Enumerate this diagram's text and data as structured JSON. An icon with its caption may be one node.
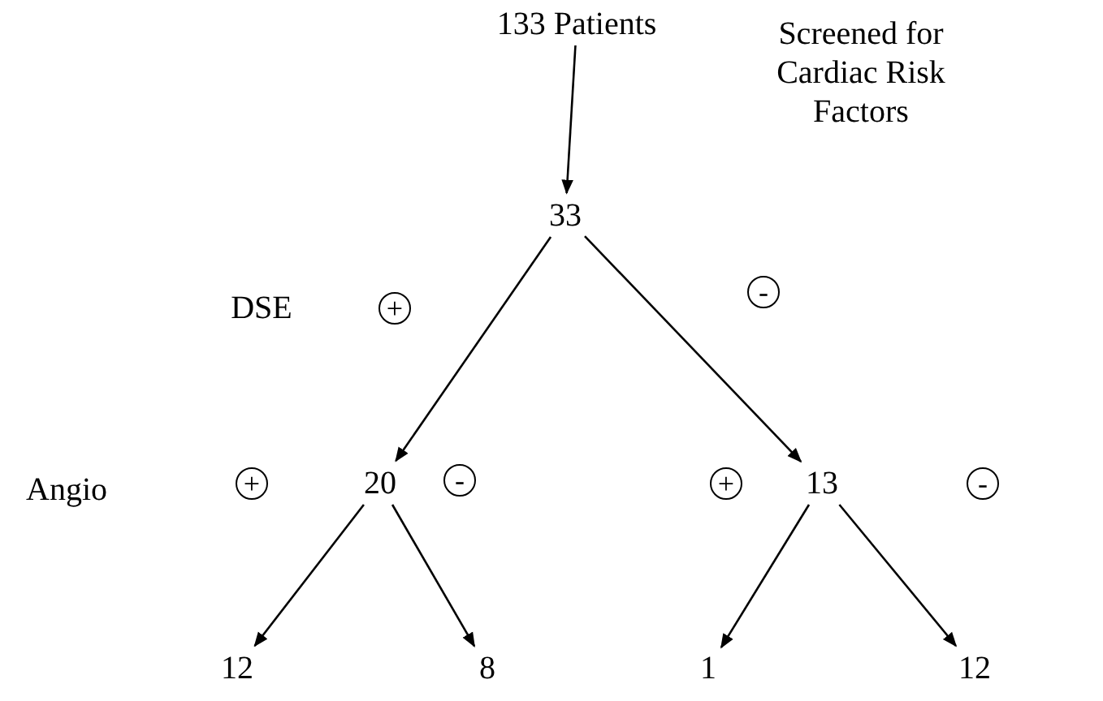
{
  "diagram": {
    "nodes": [
      {
        "text": [
          "133 Patients"
        ]
      },
      {
        "text": [
          "33"
        ]
      },
      {
        "text": [
          "20"
        ]
      },
      {
        "text": [
          "13"
        ]
      },
      {
        "text": [
          "12"
        ]
      },
      {
        "text": [
          "8"
        ]
      },
      {
        "text": [
          "1"
        ]
      },
      {
        "text": [
          "12"
        ]
      }
    ],
    "edges": [
      {
        "from": 0,
        "to": 1,
        "arrow": "to"
      },
      {
        "from": 1,
        "to": 2,
        "arrow": "to",
        "label": "+"
      },
      {
        "from": 1,
        "to": 3,
        "arrow": "to",
        "label": "-"
      },
      {
        "from": 2,
        "to": 4,
        "arrow": "to",
        "label": "+"
      },
      {
        "from": 2,
        "to": 5,
        "arrow": "to",
        "label": "-"
      },
      {
        "from": 3,
        "to": 6,
        "arrow": "to",
        "label": "+"
      },
      {
        "from": 3,
        "to": 7,
        "arrow": "to",
        "label": "-"
      }
    ],
    "labels": [
      "Screened for Cardiac Risk Factors",
      "DSE",
      "Angio"
    ]
  }
}
